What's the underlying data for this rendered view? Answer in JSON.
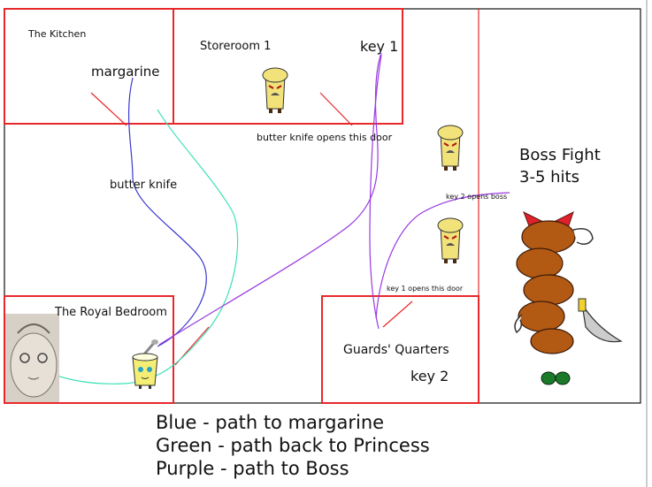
{
  "rooms": {
    "kitchen": "The Kitchen",
    "storeroom": "Storeroom 1",
    "bedroom": "The Royal Bedroom",
    "guards": "Guards' Quarters"
  },
  "items": {
    "margarine": "margarine",
    "key1": "key 1",
    "key2": "key 2"
  },
  "notes": {
    "butter_knife_door": "butter knife opens this door",
    "butter_knife": "butter knife",
    "key2_boss": "key 2 opens boss",
    "key1_door": "key 1 opens this door"
  },
  "boss": {
    "line1": "Boss Fight",
    "line2": "3-5 hits"
  },
  "legend": [
    "Blue - path to margarine",
    "Green - path back to Princess",
    "Purple - path to Boss"
  ],
  "colors": {
    "walls": "#e8282a",
    "border": "#111111",
    "blue_path": "#3a3ad0",
    "green_path": "#3fe0b8",
    "purple_path": "#9a3ae0",
    "toast": "#f2e27a",
    "boss_body": "#b25a14",
    "boss_eye": "#e0202a",
    "boss_feet": "#1a7a2a"
  }
}
